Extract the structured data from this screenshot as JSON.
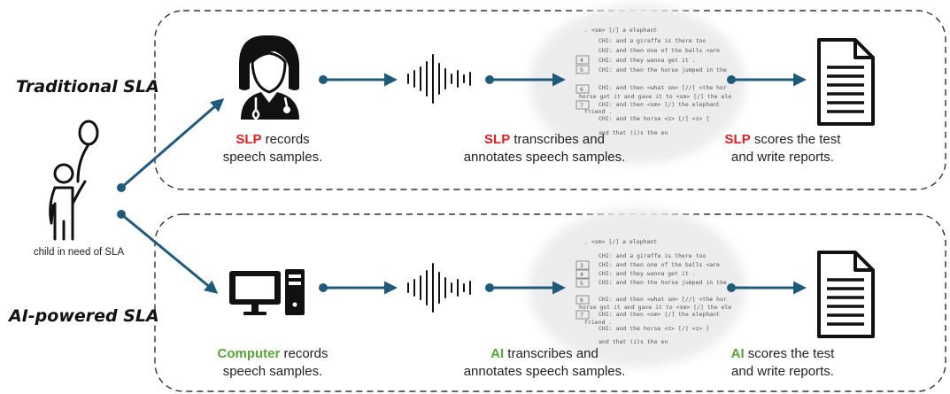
{
  "labels": {
    "traditional": "Traditional SLA",
    "ai": "AI-powered SLA",
    "child": "child in need of SLA"
  },
  "traditional": {
    "step1": {
      "actor": "SLP",
      "line1_rest": " records",
      "line2": "speech samples."
    },
    "step2": {
      "actor": "SLP",
      "line1_rest": " transcribes and",
      "line2": "annotates speech samples."
    },
    "step3": {
      "actor": "SLP",
      "line1_rest": " scores the test",
      "line2": "and write reports."
    }
  },
  "ai_powered": {
    "step1": {
      "actor": "Computer",
      "line1_rest": " records",
      "line2": "speech samples."
    },
    "step2": {
      "actor": "AI",
      "line1_rest": " transcribes and",
      "line2": "annotates speech samples."
    },
    "step3": {
      "actor": "AI",
      "line1_rest": " scores the test",
      "line2": "and write reports."
    }
  },
  "transcript_lines": [
    ". <sm> [/] a elephant",
    "CHI: and a giraffe is there too",
    "CHI: and then one of the balls <are",
    "CHI: and they wanna get it .",
    "CHI: and then the horse jumped in the",
    "CHI: and then <what sm> [//] <the hor",
    "horse got it and gave it to <sm> [/] the ele",
    "CHI: and then <sm> [/] the elephant",
    "friend .",
    "CHI: and the horse <z> [/] <z> [",
    "and that (i)s the en"
  ],
  "line_numbers": [
    "3",
    "4",
    "5",
    "6",
    "7"
  ],
  "colors": {
    "arrow": "#1f5a7a",
    "slp": "#e02020",
    "ai": "#5aa23a",
    "icon": "#111111",
    "dash": "#333333"
  },
  "icons": [
    "child-with-balloon-icon",
    "doctor-icon",
    "computer-icon",
    "sound-wave-icon",
    "document-icon"
  ]
}
